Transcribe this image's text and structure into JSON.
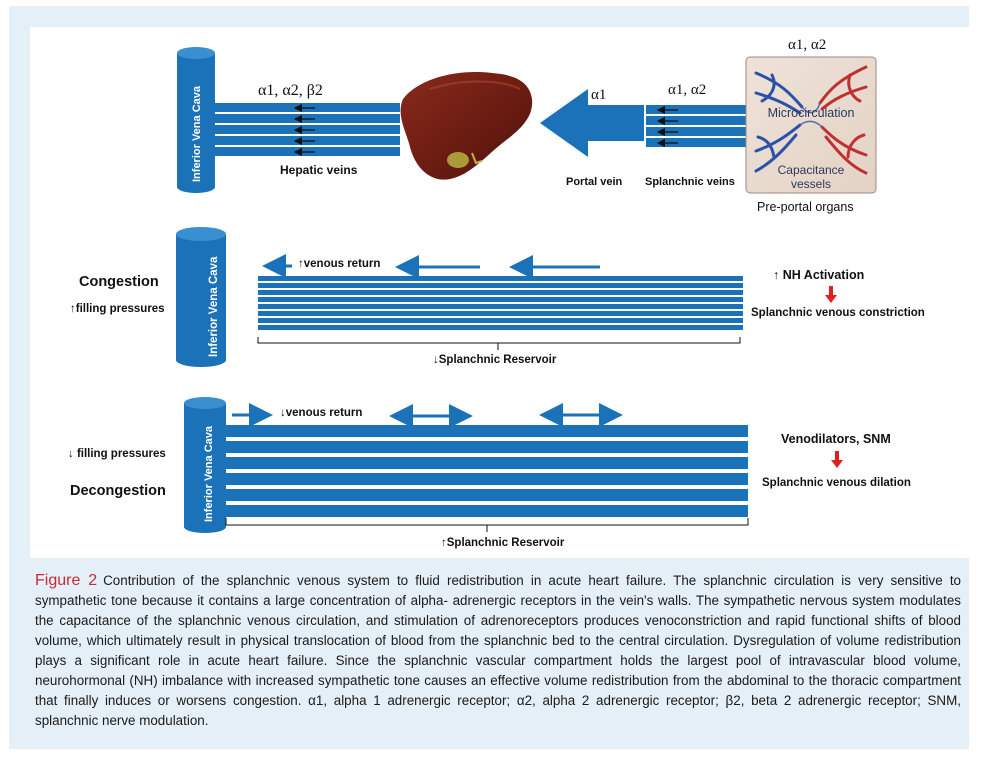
{
  "figure": {
    "top": {
      "ivc_label": "Inferior  Vena Cava",
      "hepatic_receptors": "α1, α2, β2",
      "hepatic_veins": "Hepatic veins",
      "portal_receptor": "α1",
      "portal_vein": "Portal vein",
      "splanchnic_receptors": "α1, α2",
      "splanchnic_veins": "Splanchnic veins",
      "organ_receptors": "α1, α2",
      "microcirculation": "Microcirculation",
      "capacitance_line1": "Capacitance",
      "capacitance_line2": "vessels",
      "pre_portal": "Pre-portal organs"
    },
    "congestion": {
      "title": "Congestion",
      "pressures": "↑filling pressures",
      "ivc_label": "Inferior  Vena Cava",
      "venous_return": "↑venous return",
      "reservoir": "↓Splanchnic Reservoir",
      "nh": "↑ NH Activation",
      "effect": "Splanchnic venous constriction"
    },
    "decongestion": {
      "title": "Decongestion",
      "pressures": "↓ filling pressures",
      "ivc_label": "Inferior  Vena Cava",
      "venous_return": "↓venous return",
      "reservoir": "↑Splanchnic Reservoir",
      "therapy": "Venodilators, SNM",
      "effect": "Splanchnic venous dilation"
    }
  },
  "caption": {
    "label": "Figure 2",
    "text_1": "Contribution of the splanchnic venous system to fluid redistribution in acute heart failure. The splanchnic circulation is very sensitive to sympathetic tone because it contains a large concentration of alpha- adrenergic receptors in the vein's walls. The sympathetic nervous system modulates the capacitance of the splanchnic venous circulation, and stimulation of adrenoreceptors produces venoconstriction and rapid functional shifts of blood volume, which ultimately result in physical translocation of blood from the splanchnic bed to the central circulation. Dysregulation of volume redistribution plays a significant role in acute heart failure. Since the splanchnic vascular compartment holds the largest pool of intravascular blood volume, neurohormonal (NH) imbalance with increased sympathetic tone causes an effective volume redistribution from the abdominal to the thoracic compartment that finally induces or worsens congestion. ",
    "abbr_a1": "α1",
    "abbr_a1_text": ", alpha 1 adrenergic receptor; ",
    "abbr_a2": "α2",
    "abbr_a2_text": ", alpha 2 adrenergic receptor; ",
    "abbr_b2": "β2",
    "abbr_b2_text": ", beta 2 adrenergic receptor; SNM, splanchnic nerve modulation."
  },
  "colors": {
    "frame": "#e5eff7",
    "vessel_blue": "#1b72b9",
    "caption_label_red": "#c72a3a",
    "alert_red": "#e02020"
  }
}
